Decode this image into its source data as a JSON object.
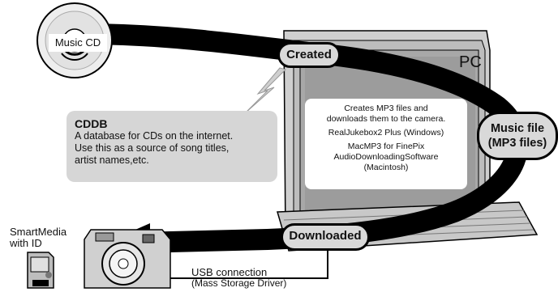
{
  "cd": {
    "label": "Music CD"
  },
  "pc": {
    "label": "PC"
  },
  "created": {
    "label": "Created"
  },
  "downloaded": {
    "label": "Downloaded"
  },
  "music_file": {
    "line1": "Music file",
    "line2": "(MP3 files)"
  },
  "cddb": {
    "title": "CDDB",
    "line1": "A database for CDs on the internet.",
    "line2": "Use this as a source of song titles,",
    "line3": "artist names,etc."
  },
  "screen": {
    "line1": "Creates MP3 files and",
    "line2": "downloads them to the camera.",
    "line3": "RealJukebox2 Plus (Windows)",
    "line4": "MacMP3 for FinePix",
    "line5": "AudioDownloadingSoftware",
    "line6": "(Macintosh)"
  },
  "smartmedia": {
    "line1": "SmartMedia",
    "line2": "with ID"
  },
  "usb": {
    "line1": "USB connection",
    "line2": "(Mass Storage Driver)"
  }
}
